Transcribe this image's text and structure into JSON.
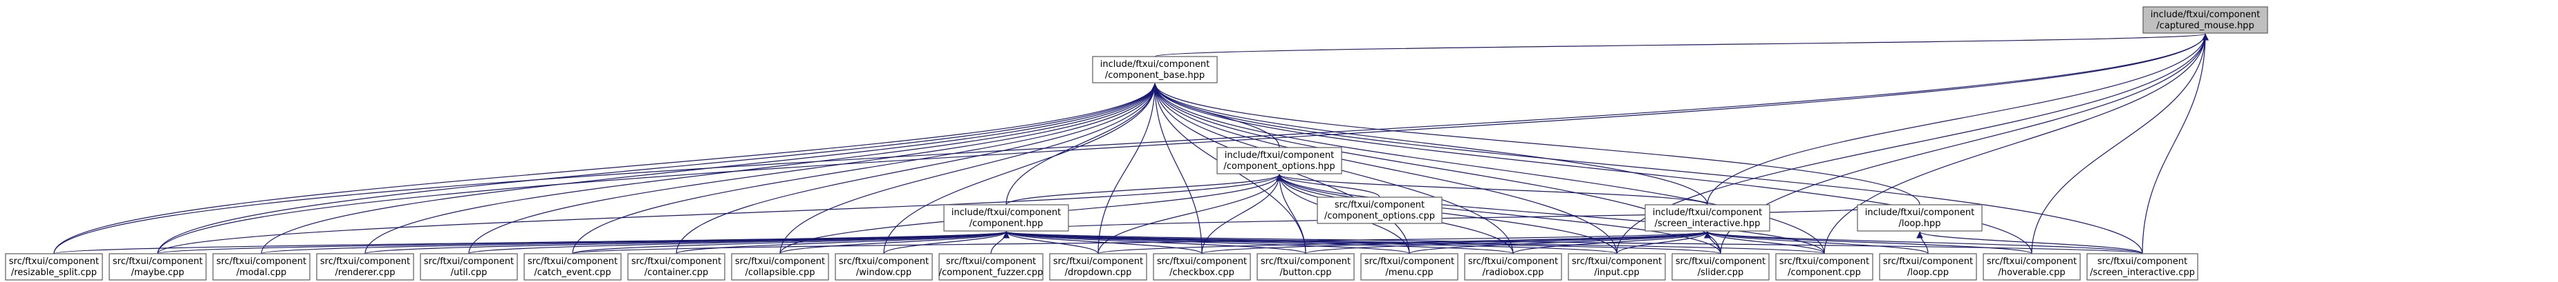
{
  "graph": {
    "colors": {
      "edge": "#191970",
      "node_border": "#666666",
      "root_fill": "#bfbfbf",
      "node_fill": "#ffffff"
    },
    "nodes": [
      {
        "id": "captured_mouse",
        "lines": [
          "include/ftxui/component",
          "/captured_mouse.hpp"
        ],
        "root": true
      },
      {
        "id": "component_base",
        "lines": [
          "include/ftxui/component",
          "/component_base.hpp"
        ]
      },
      {
        "id": "component_options",
        "lines": [
          "include/ftxui/component",
          "/component_options.hpp"
        ]
      },
      {
        "id": "component_options_cpp",
        "lines": [
          "src/ftxui/component",
          "/component_options.cpp"
        ]
      },
      {
        "id": "component_hpp",
        "lines": [
          "include/ftxui/component",
          "/component.hpp"
        ]
      },
      {
        "id": "screen_interactive_hpp",
        "lines": [
          "include/ftxui/component",
          "/screen_interactive.hpp"
        ]
      },
      {
        "id": "loop_hpp",
        "lines": [
          "include/ftxui/component",
          "/loop.hpp"
        ]
      },
      {
        "id": "resizable_split",
        "lines": [
          "src/ftxui/component",
          "/resizable_split.cpp"
        ]
      },
      {
        "id": "maybe",
        "lines": [
          "src/ftxui/component",
          "/maybe.cpp"
        ]
      },
      {
        "id": "modal",
        "lines": [
          "src/ftxui/component",
          "/modal.cpp"
        ]
      },
      {
        "id": "renderer",
        "lines": [
          "src/ftxui/component",
          "/renderer.cpp"
        ]
      },
      {
        "id": "util",
        "lines": [
          "src/ftxui/component",
          "/util.cpp"
        ]
      },
      {
        "id": "catch_event",
        "lines": [
          "src/ftxui/component",
          "/catch_event.cpp"
        ]
      },
      {
        "id": "container",
        "lines": [
          "src/ftxui/component",
          "/container.cpp"
        ]
      },
      {
        "id": "collapsible",
        "lines": [
          "src/ftxui/component",
          "/collapsible.cpp"
        ]
      },
      {
        "id": "window",
        "lines": [
          "src/ftxui/component",
          "/window.cpp"
        ]
      },
      {
        "id": "component_fuzzer",
        "lines": [
          "src/ftxui/component",
          "/component_fuzzer.cpp"
        ]
      },
      {
        "id": "dropdown",
        "lines": [
          "src/ftxui/component",
          "/dropdown.cpp"
        ]
      },
      {
        "id": "checkbox",
        "lines": [
          "src/ftxui/component",
          "/checkbox.cpp"
        ]
      },
      {
        "id": "button",
        "lines": [
          "src/ftxui/component",
          "/button.cpp"
        ]
      },
      {
        "id": "menu",
        "lines": [
          "src/ftxui/component",
          "/menu.cpp"
        ]
      },
      {
        "id": "radiobox",
        "lines": [
          "src/ftxui/component",
          "/radiobox.cpp"
        ]
      },
      {
        "id": "input",
        "lines": [
          "src/ftxui/component",
          "/input.cpp"
        ]
      },
      {
        "id": "slider",
        "lines": [
          "src/ftxui/component",
          "/slider.cpp"
        ]
      },
      {
        "id": "component_cpp",
        "lines": [
          "src/ftxui/component",
          "/component.cpp"
        ]
      },
      {
        "id": "loop_cpp",
        "lines": [
          "src/ftxui/component",
          "/loop.cpp"
        ]
      },
      {
        "id": "hoverable",
        "lines": [
          "src/ftxui/component",
          "/hoverable.cpp"
        ]
      },
      {
        "id": "screen_interactive_cpp",
        "lines": [
          "src/ftxui/component",
          "/screen_interactive.cpp"
        ]
      }
    ]
  }
}
